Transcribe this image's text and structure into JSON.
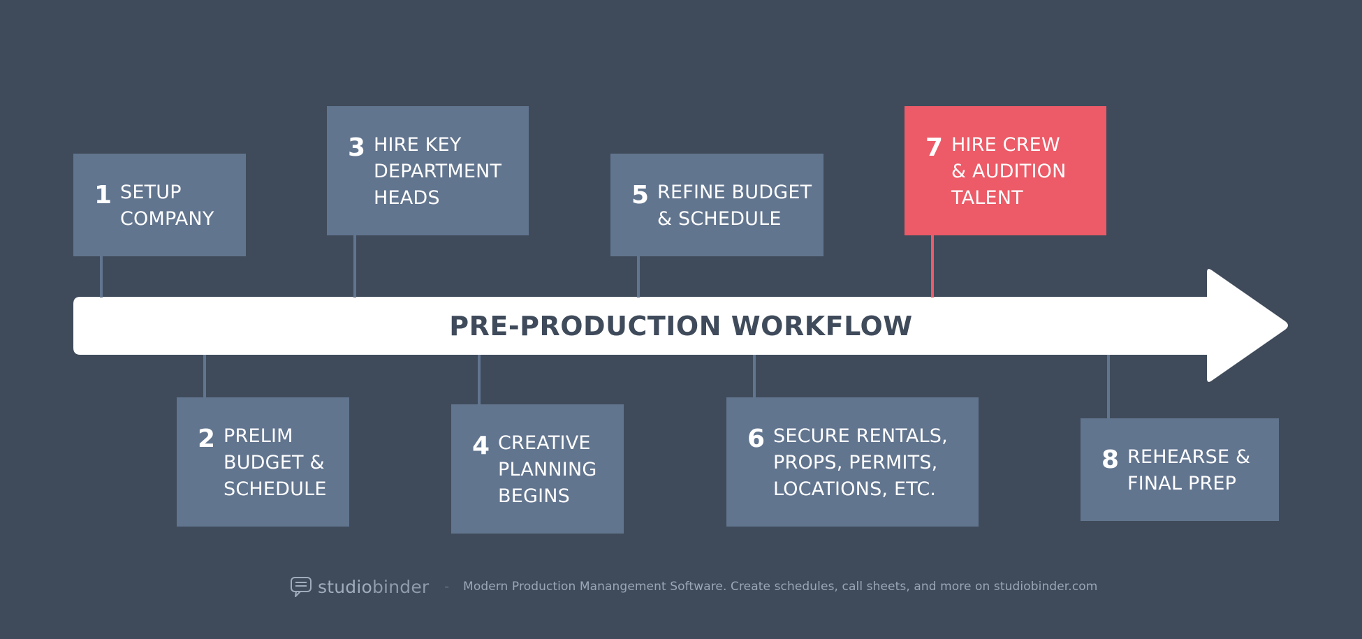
{
  "diagram": {
    "title": "PRE-PRODUCTION WORKFLOW",
    "steps": [
      {
        "number": "1",
        "label": "SETUP\nCOMPANY",
        "highlight": false
      },
      {
        "number": "2",
        "label": "PRELIM\nBUDGET &\nSCHEDULE",
        "highlight": false
      },
      {
        "number": "3",
        "label": "HIRE KEY\nDEPARTMENT\nHEADS",
        "highlight": false
      },
      {
        "number": "4",
        "label": "CREATIVE\nPLANNING\nBEGINS",
        "highlight": false
      },
      {
        "number": "5",
        "label": "REFINE BUDGET\n& SCHEDULE",
        "highlight": false
      },
      {
        "number": "6",
        "label": "SECURE RENTALS,\nPROPS, PERMITS,\nLOCATIONS, ETC.",
        "highlight": false
      },
      {
        "number": "7",
        "label": "HIRE CREW\n& AUDITION\nTALENT",
        "highlight": true
      },
      {
        "number": "8",
        "label": "REHEARSE &\nFINAL PREP",
        "highlight": false
      }
    ]
  },
  "footer": {
    "brand_studio": "studio",
    "brand_binder": "binder",
    "separator": "-",
    "tagline": "Modern Production Manangement Software.  Create schedules, call sheets, and more on studiobinder.com"
  },
  "colors": {
    "background": "#3f4b5b",
    "box": "#62758f",
    "highlight": "#ec5b67",
    "arrow": "#ffffff",
    "title": "#3f4b5b"
  },
  "icons": {
    "logo": "chat-bubble-icon"
  }
}
